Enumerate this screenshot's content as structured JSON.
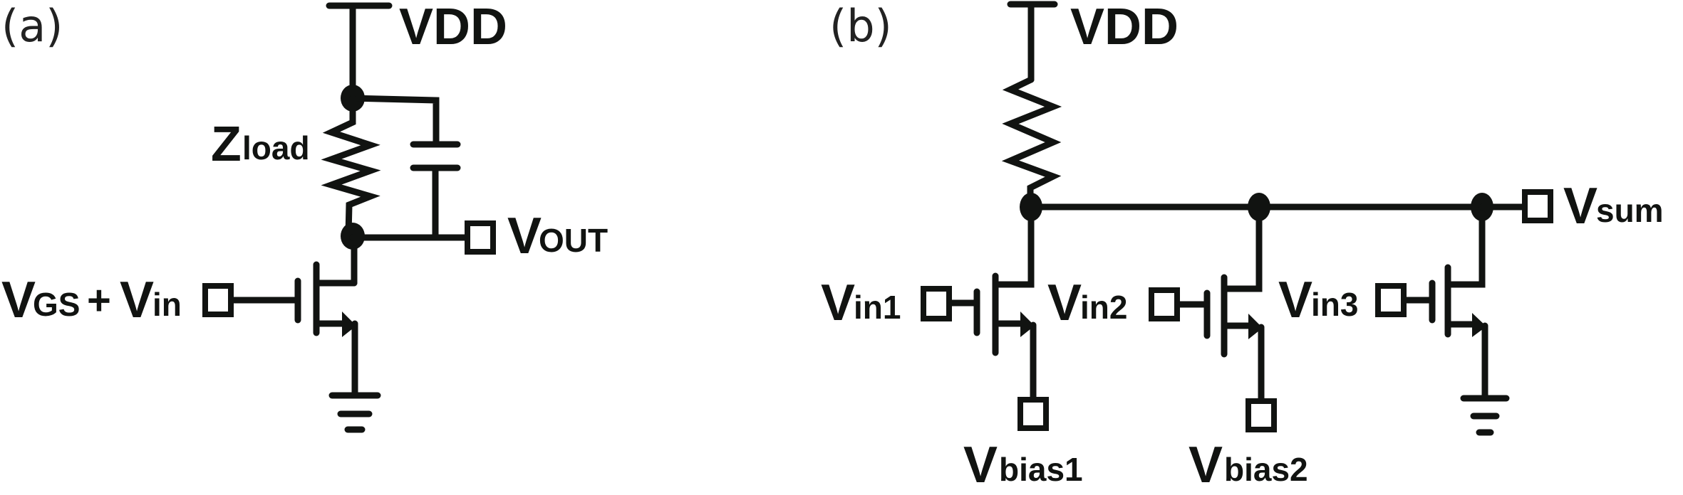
{
  "panels": {
    "a": {
      "label": "(a)",
      "supply": "VDD",
      "load": {
        "main": "Z",
        "sub": "load"
      },
      "output": {
        "main": "V",
        "sub": "OUT"
      },
      "input": {
        "main1": "V",
        "sub1": "GS",
        "plus": "+",
        "main2": "V",
        "sub2": "in"
      }
    },
    "b": {
      "label": "(b)",
      "supply": "VDD",
      "output": {
        "main": "V",
        "sub": "sum"
      },
      "inputs": [
        {
          "main": "V",
          "sub": "in1"
        },
        {
          "main": "V",
          "sub": "in2"
        },
        {
          "main": "V",
          "sub": "in3"
        }
      ],
      "biases": [
        {
          "main": "V",
          "sub": "bias1"
        },
        {
          "main": "V",
          "sub": "bias2"
        }
      ]
    }
  },
  "colors": {
    "ink": "#111311",
    "background": "#ffffff"
  }
}
